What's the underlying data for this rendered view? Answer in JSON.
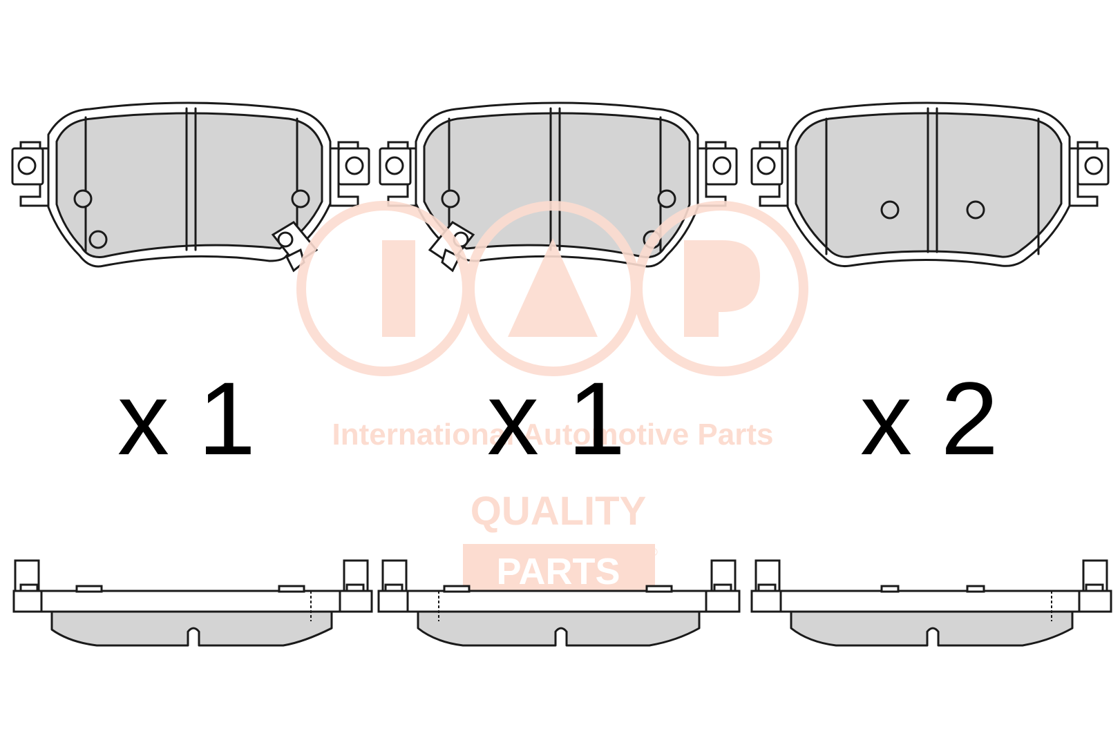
{
  "watermark": {
    "logo_letters": [
      "I",
      "A",
      "P"
    ],
    "company": "International Automotive Parts",
    "badge_line1": "QUALITY",
    "badge_line2": "PARTS",
    "registered_mark": "®",
    "color": "#fcdcd0"
  },
  "pads": [
    {
      "quantity": "x 1",
      "variant": "wear-indicator-right"
    },
    {
      "quantity": "x 1",
      "variant": "wear-indicator-left"
    },
    {
      "quantity": "x 2",
      "variant": "no-wear-indicator"
    }
  ],
  "colors": {
    "friction_material": "#d4d4d4",
    "outline": "#1a1a1a",
    "background": "#ffffff"
  }
}
